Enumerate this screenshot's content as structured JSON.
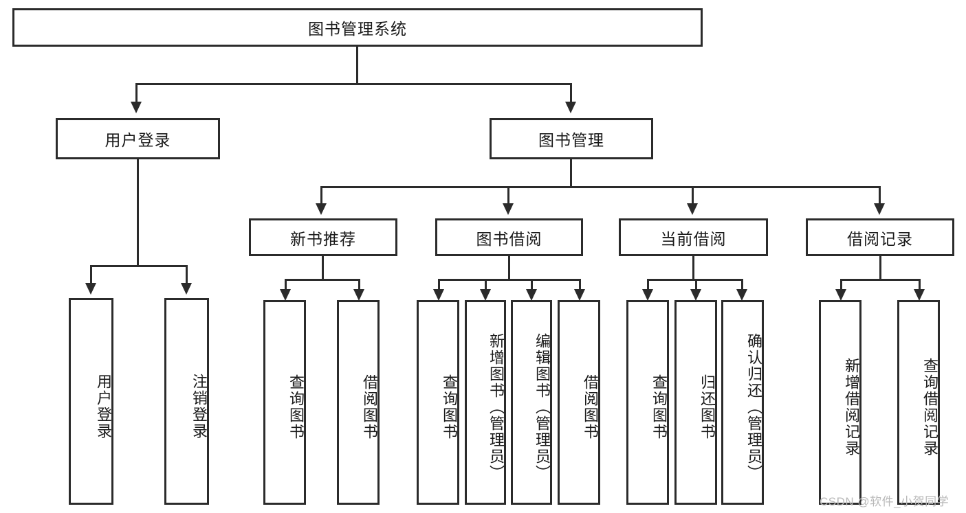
{
  "diagram": {
    "type": "hierarchy-tree",
    "title": "图书管理系统",
    "levels": {
      "root": {
        "label": "图书管理系统"
      },
      "level2": [
        {
          "label": "用户登录"
        },
        {
          "label": "图书管理"
        }
      ],
      "level3": [
        {
          "label": "新书推荐"
        },
        {
          "label": "图书借阅"
        },
        {
          "label": "当前借阅"
        },
        {
          "label": "借阅记录"
        }
      ],
      "leaves_user_login": [
        {
          "label": "用户登录"
        },
        {
          "label": "注销登录"
        }
      ],
      "leaves_new_books": [
        {
          "label": "查询图书"
        },
        {
          "label": "借阅图书"
        }
      ],
      "leaves_borrow": [
        {
          "label": "查询图书"
        },
        {
          "label": "新增图书（管理员）"
        },
        {
          "label": "编辑图书（管理员）"
        },
        {
          "label": "借阅图书"
        }
      ],
      "leaves_current": [
        {
          "label": "查询图书"
        },
        {
          "label": "归还图书"
        },
        {
          "label": "确认归还（管理员）"
        }
      ],
      "leaves_records": [
        {
          "label": "新增借阅记录"
        },
        {
          "label": "查询借阅记录"
        }
      ]
    }
  },
  "watermark": {
    "text": "CSDN @软件_小贺同学"
  },
  "colors": {
    "stroke": "#2b2b2b",
    "text": "#1a1a1a",
    "background": "#ffffff",
    "watermark": "#b9b9b9"
  }
}
